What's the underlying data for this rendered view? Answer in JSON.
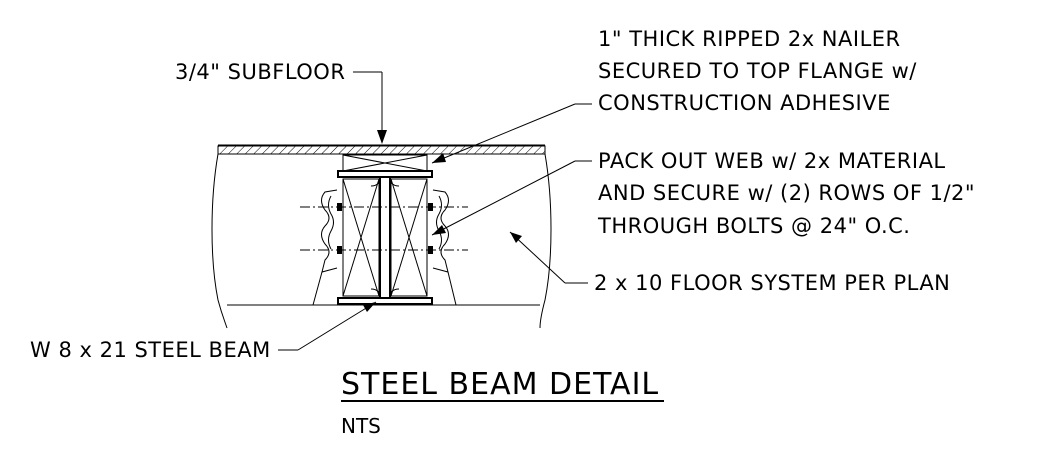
{
  "labels": {
    "subfloor": "3/4\" SUBFLOOR",
    "nailer": [
      "1\" THICK RIPPED 2x NAILER",
      "SECURED TO TOP FLANGE w/",
      "CONSTRUCTION ADHESIVE"
    ],
    "packout": [
      "PACK OUT WEB w/ 2x MATERIAL",
      "AND SECURE w/ (2) ROWS OF 1/2\"",
      "THROUGH BOLTS @ 24\" O.C."
    ],
    "floor_system": "2 x 10 FLOOR SYSTEM PER PLAN",
    "beam": "W 8 x 21 STEEL BEAM"
  },
  "title": "STEEL BEAM DETAIL",
  "scale_note": "NTS"
}
